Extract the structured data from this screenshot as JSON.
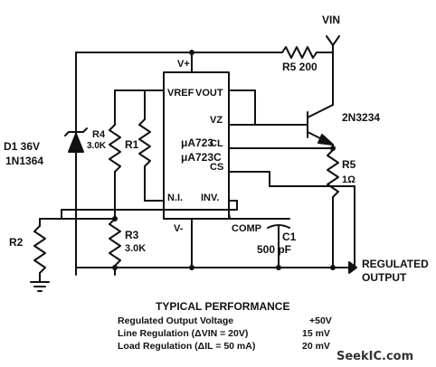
{
  "schematic": {
    "vin": "VIN",
    "ic": {
      "line1": "μA723",
      "line2": "μA723C"
    },
    "pins": {
      "vplus": "V+",
      "vref": "VREF",
      "vout": "VOUT",
      "vz": "VZ",
      "cl": "CL",
      "cs": "CS",
      "ni": "N.I.",
      "inv": "INV.",
      "vminus": "V-",
      "comp": "COMP"
    },
    "components": {
      "r5_top": "R5 200",
      "transistor": "2N3234",
      "r5_side": "R5",
      "r5_side_value": "1Ω",
      "diode_line1": "D1 36V",
      "diode_line2": "1N1364",
      "r4": "R4",
      "r4_value": "3.0K",
      "r1": "R1",
      "r3": "R3",
      "r3_value": "3.0K",
      "r2": "R2",
      "c1": "C1",
      "c1_value": "500 pF"
    },
    "output_line1": "REGULATED",
    "output_line2": "OUTPUT"
  },
  "performance": {
    "title": "TYPICAL PERFORMANCE",
    "rows": [
      {
        "label": "Regulated Output Voltage",
        "value": "+50V"
      },
      {
        "label": "Line Regulation (ΔVIN = 20V)",
        "value": "15 mV"
      },
      {
        "label": "Load Regulation (ΔIL = 50 mA)",
        "value": "20 mV"
      }
    ]
  },
  "watermark": "SeekIC.com"
}
